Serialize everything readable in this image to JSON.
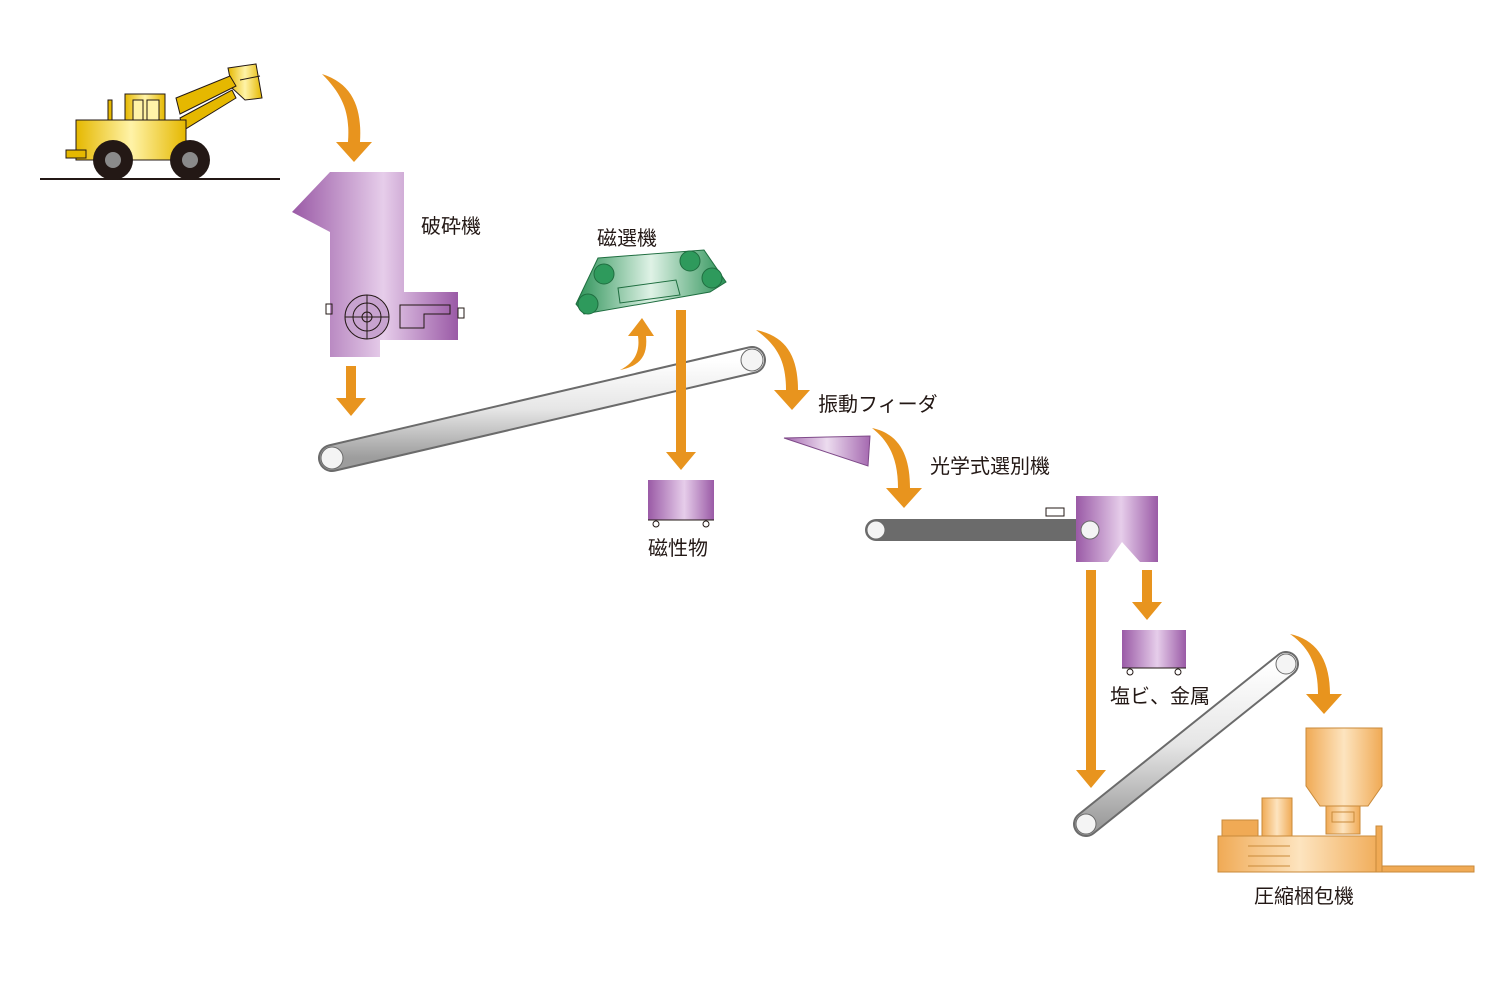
{
  "labels": {
    "crusher": "破砕機",
    "magnetic_separator": "磁選機",
    "magnetic_material": "磁性物",
    "vibrating_feeder": "振動フィーダ",
    "optical_sorter": "光学式選別機",
    "pvc_metal": "塩ビ、金属",
    "baler": "圧縮梱包機"
  },
  "colors": {
    "arrow": "#e8941e",
    "machine_purple": "#a569b0",
    "separator_green": "#2e9a5c",
    "loader_yellow": "#f2c400",
    "baler_orange": "#f3b567",
    "conveyor": "#d9d9d9"
  },
  "icons": [
    "wheel-loader-icon",
    "crusher-icon",
    "magnetic-separator-icon",
    "bin-icon",
    "vibrating-feeder-icon",
    "optical-sorter-icon",
    "baler-icon"
  ]
}
